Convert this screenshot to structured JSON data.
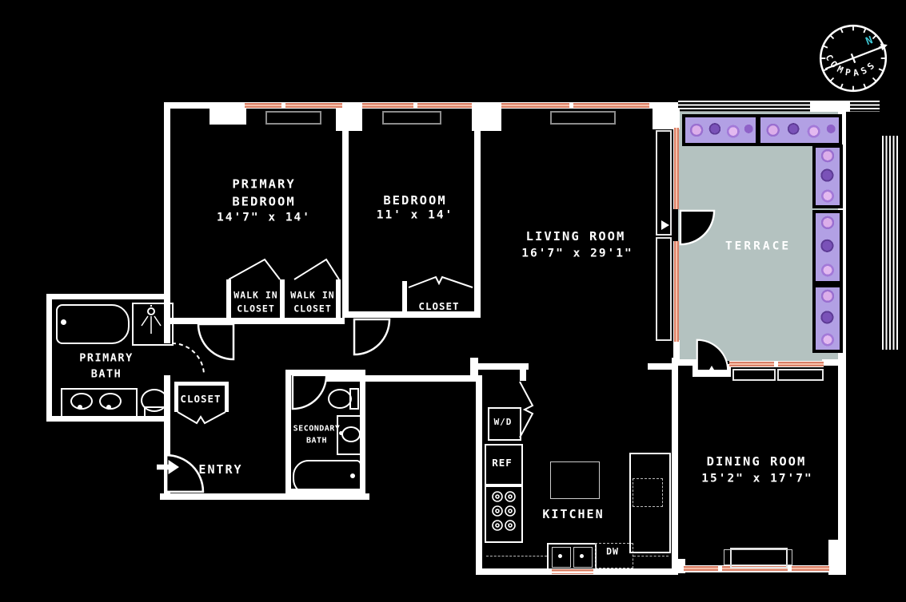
{
  "compass": {
    "ring_label": "COMPASS",
    "north_label": "N",
    "accent_color": "#3ec9d6"
  },
  "palette": {
    "background": "#000000",
    "wall": "#ffffff",
    "window_edge": "#d97e65",
    "window_center": "#f6bfa9",
    "terrace_floor": "#b4c2c0",
    "planter_base": "#b2a0e4",
    "label": "#ffffff"
  },
  "rooms": {
    "primary_bedroom": {
      "name": "PRIMARY\nBEDROOM",
      "dims": "14'7\" x 14'"
    },
    "bedroom": {
      "name": "BEDROOM",
      "dims": "11' x 14'"
    },
    "living_room": {
      "name": "LIVING ROOM",
      "dims": "16'7\" x 29'1\""
    },
    "terrace": {
      "name": "TERRACE"
    },
    "dining_room": {
      "name": "DINING ROOM",
      "dims": "15'2\" x 17'7\""
    },
    "kitchen": {
      "name": "KITCHEN"
    },
    "entry": {
      "name": "ENTRY"
    },
    "primary_bath": {
      "name": "PRIMARY\nBATH"
    },
    "secondary_bath": {
      "name": "SECONDARY\nBATH"
    },
    "walk_in_closet_1": {
      "name": "WALK IN\nCLOSET"
    },
    "walk_in_closet_2": {
      "name": "WALK IN\nCLOSET"
    },
    "bedroom_closet": {
      "name": "CLOSET"
    },
    "hall_closet": {
      "name": "CLOSET"
    },
    "washer_dryer": {
      "name": "W/D"
    },
    "refrigerator": {
      "name": "REF"
    },
    "dishwasher": {
      "name": "DW"
    }
  }
}
